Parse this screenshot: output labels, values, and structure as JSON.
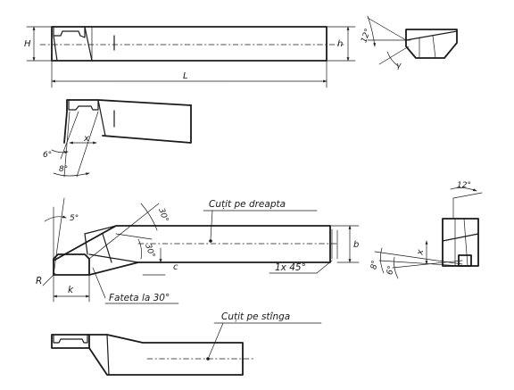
{
  "labels": {
    "H": "H",
    "h": "h",
    "L": "L",
    "angle_12": "12°",
    "angle_gamma": "γ",
    "angle_6_side": "6°",
    "x": "x",
    "angle_8": "8°",
    "angle_5": "5°",
    "angle_30a": "30°",
    "angle_30b": "30°",
    "cutit_dreapta": "Cuțit pe dreapta",
    "b": "b",
    "R": "R",
    "k": "k",
    "c": "c",
    "chamfer": "1x 45°",
    "fateta": "Fateta la 30°",
    "cutit_stinga": "Cuțit pe stînga",
    "angle_12_right": "12°",
    "x_right": "x",
    "angle_8_right": "8°",
    "angle_6_right": "6°"
  }
}
